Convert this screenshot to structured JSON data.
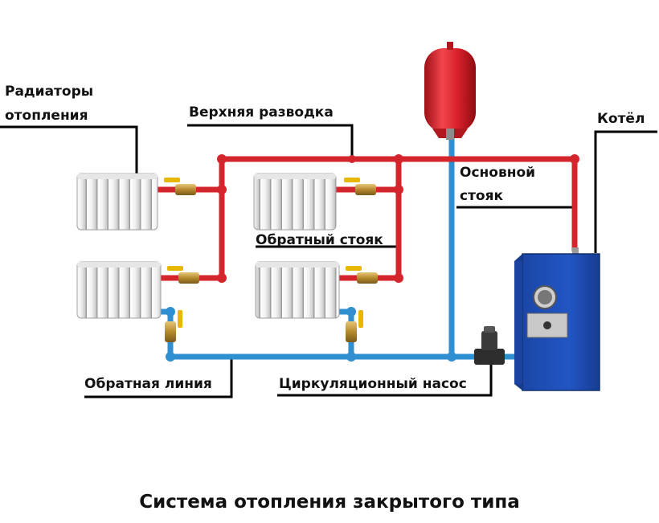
{
  "title": "Система отопления закрытого типа",
  "labels": {
    "radiators_line1": "Радиаторы",
    "radiators_line2": "отопления",
    "upper_distribution": "Верхняя разводка",
    "boiler": "Котёл",
    "main_riser_line1": "Основной",
    "main_riser_line2": "стояк",
    "return_riser": "Обратный стояк",
    "return_line": "Обратная линия",
    "circulation_pump": "Циркуляционный насос"
  },
  "colors": {
    "supply_pipe": "#d4242c",
    "return_pipe": "#2f8fd0",
    "boiler_body": "#1f4fb8",
    "expansion_tank": "#d8202a",
    "leader_line": "#000000"
  }
}
